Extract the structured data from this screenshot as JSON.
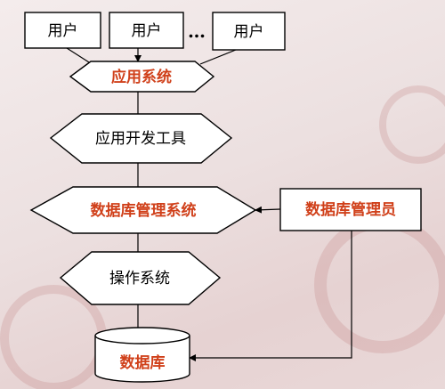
{
  "diagram": {
    "users": [
      "用户",
      "用户",
      "用户"
    ],
    "ellipsis": "…",
    "app_system": "应用系统",
    "dev_tools": "应用开发工具",
    "dbms": "数据库管理系统",
    "dba": "数据库管理员",
    "os": "操作系统",
    "database": "数据库"
  },
  "colors": {
    "accent_text": "#d0401a",
    "line": "#000000",
    "fill": "#ffffff"
  }
}
